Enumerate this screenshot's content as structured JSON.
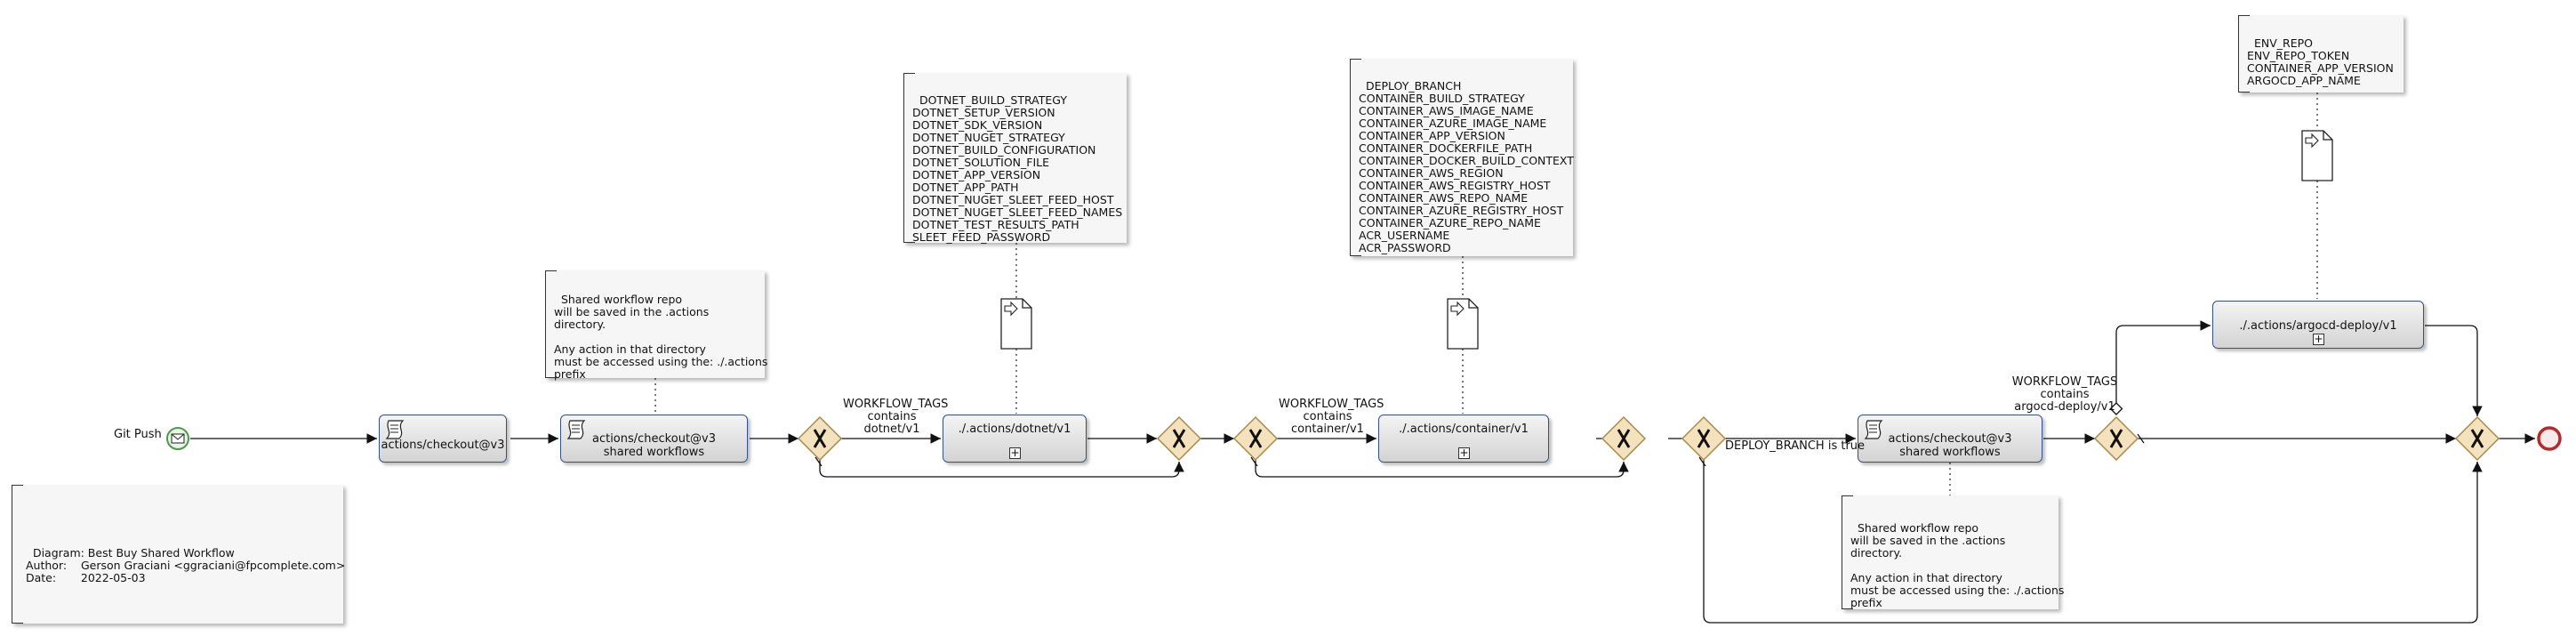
{
  "start_event": {
    "label": "Git Push"
  },
  "tasks": {
    "checkout_v3": "actions/checkout@v3",
    "checkout_shared": [
      "actions/checkout@v3",
      "shared workflows"
    ],
    "dotnet": "./.actions/dotnet/v1",
    "container": "./.actions/container/v1",
    "checkout_shared_2": [
      "actions/checkout@v3",
      "shared workflows"
    ],
    "argocd": "./.actions/argocd-deploy/v1"
  },
  "conditions": {
    "dotnet": [
      "WORKFLOW_TAGS",
      "contains",
      "dotnet/v1"
    ],
    "container": [
      "WORKFLOW_TAGS",
      "contains",
      "container/v1"
    ],
    "deploy_branch": "DEPLOY_BRANCH is true",
    "argocd": [
      "WORKFLOW_TAGS",
      "contains",
      "argocd-deploy/v1"
    ]
  },
  "notes": {
    "shared_repo_top": "Shared workflow repo\nwill be saved in the .actions\ndirectory.\n\nAny action in that directory\nmust be accessed using the: ./.actions\nprefix",
    "shared_repo_bottom": "Shared workflow repo\nwill be saved in the .actions\ndirectory.\n\nAny action in that directory\nmust be accessed using the: ./.actions\nprefix",
    "dotnet_vars": "DOTNET_BUILD_STRATEGY\nDOTNET_SETUP_VERSION\nDOTNET_SDK_VERSION\nDOTNET_NUGET_STRATEGY\nDOTNET_BUILD_CONFIGURATION\nDOTNET_SOLUTION_FILE\nDOTNET_APP_VERSION\nDOTNET_APP_PATH\nDOTNET_NUGET_SLEET_FEED_HOST\nDOTNET_NUGET_SLEET_FEED_NAMES\nDOTNET_TEST_RESULTS_PATH\nSLEET_FEED_PASSWORD",
    "container_vars": "DEPLOY_BRANCH\nCONTAINER_BUILD_STRATEGY\nCONTAINER_AWS_IMAGE_NAME\nCONTAINER_AZURE_IMAGE_NAME\nCONTAINER_APP_VERSION\nCONTAINER_DOCKERFILE_PATH\nCONTAINER_DOCKER_BUILD_CONTEXT\nCONTAINER_AWS_REGION\nCONTAINER_AWS_REGISTRY_HOST\nCONTAINER_AWS_REPO_NAME\nCONTAINER_AZURE_REGISTRY_HOST\nCONTAINER_AZURE_REPO_NAME\nACR_USERNAME\nACR_PASSWORD",
    "argocd_vars": "ENV_REPO\nENV_REPO_TOKEN\nCONTAINER_APP_VERSION\nARGOCD_APP_NAME",
    "diagram_info": "Diagram: Best Buy Shared Workflow\nAuthor:    Gerson Graciani <ggraciani@fpcomplete.com>\nDate:       2022-05-03"
  },
  "colors": {
    "task_border": "#35508a",
    "gateway_fill": "#f3e2bd",
    "gateway_stroke": "#a88a4a",
    "start_stroke": "#4a9a4a",
    "end_stroke": "#b52a2a"
  },
  "icons": [
    "envelope-icon",
    "script-icon",
    "exclusive-gateway-icon",
    "data-input-icon",
    "plus-icon",
    "end-event-icon"
  ]
}
